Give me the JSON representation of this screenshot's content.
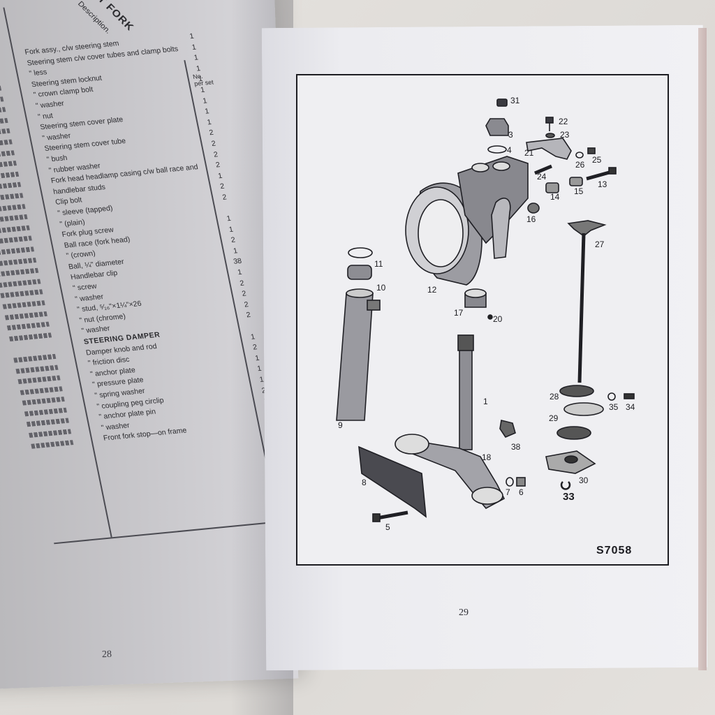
{
  "left_page": {
    "section_title": "ONT FORK",
    "description_header": "Description.",
    "per_set_header": [
      "No.",
      "per set"
    ],
    "rows": [
      "Fork assy., c/w steering stem",
      "Steering stem c/w cover tubes and clamp bolts",
      "  \"  less",
      "Steering stem locknut",
      "  \"  crown clamp bolt",
      "  \"  washer",
      "  \"  nut",
      "Steering stem cover plate",
      "  \"  washer",
      "Steering stem cover tube",
      "  \"  bush",
      "  \"  rubber washer",
      "Fork head headlamp casing c/w ball race and",
      "  handlebar studs",
      "Clip bolt",
      "  \"  sleeve (tapped)",
      "  \"  (plain)",
      "Fork plug screw",
      "Ball race (fork head)",
      "  \"  (crown)",
      "Ball, ¼\" diameter",
      "Handlebar clip",
      "  \"  screw",
      "  \"  washer",
      "  \"  stud, ⁵⁄₁₆\"×1¼\"×26",
      "  \"  nut (chrome)",
      "  \"  washer",
      "STEERING DAMPER",
      "Damper knob and rod",
      "  \"  friction disc",
      "  \"  anchor plate",
      "  \"  pressure plate",
      "  \"  spring washer",
      "  \"  coupling peg circlip",
      "  \"  anchor plate pin",
      "  \"  washer",
      "Front fork stop—on frame"
    ],
    "quantities": [
      "1",
      "1",
      "1",
      "1",
      "1",
      "1",
      "1",
      "1",
      "1",
      "2",
      "2",
      "2",
      "2",
      "1",
      "2",
      "2",
      "",
      "1",
      "1",
      "2",
      "1",
      "38",
      "1",
      "2",
      "2",
      "2",
      "2",
      "",
      "1",
      "2",
      "1",
      "1",
      "1",
      "2",
      "1",
      "1",
      ""
    ],
    "page_number": "28"
  },
  "right_page": {
    "figure_code": "S7058",
    "page_number": "29",
    "callouts": [
      "31",
      "3",
      "4",
      "22",
      "23",
      "21",
      "25",
      "26",
      "24",
      "13",
      "14",
      "15",
      "16",
      "27",
      "11",
      "10",
      "12",
      "17",
      "20",
      "9",
      "1",
      "38",
      "18",
      "28",
      "35",
      "34",
      "29",
      "30",
      "33",
      "8",
      "7",
      "6",
      "5"
    ]
  }
}
